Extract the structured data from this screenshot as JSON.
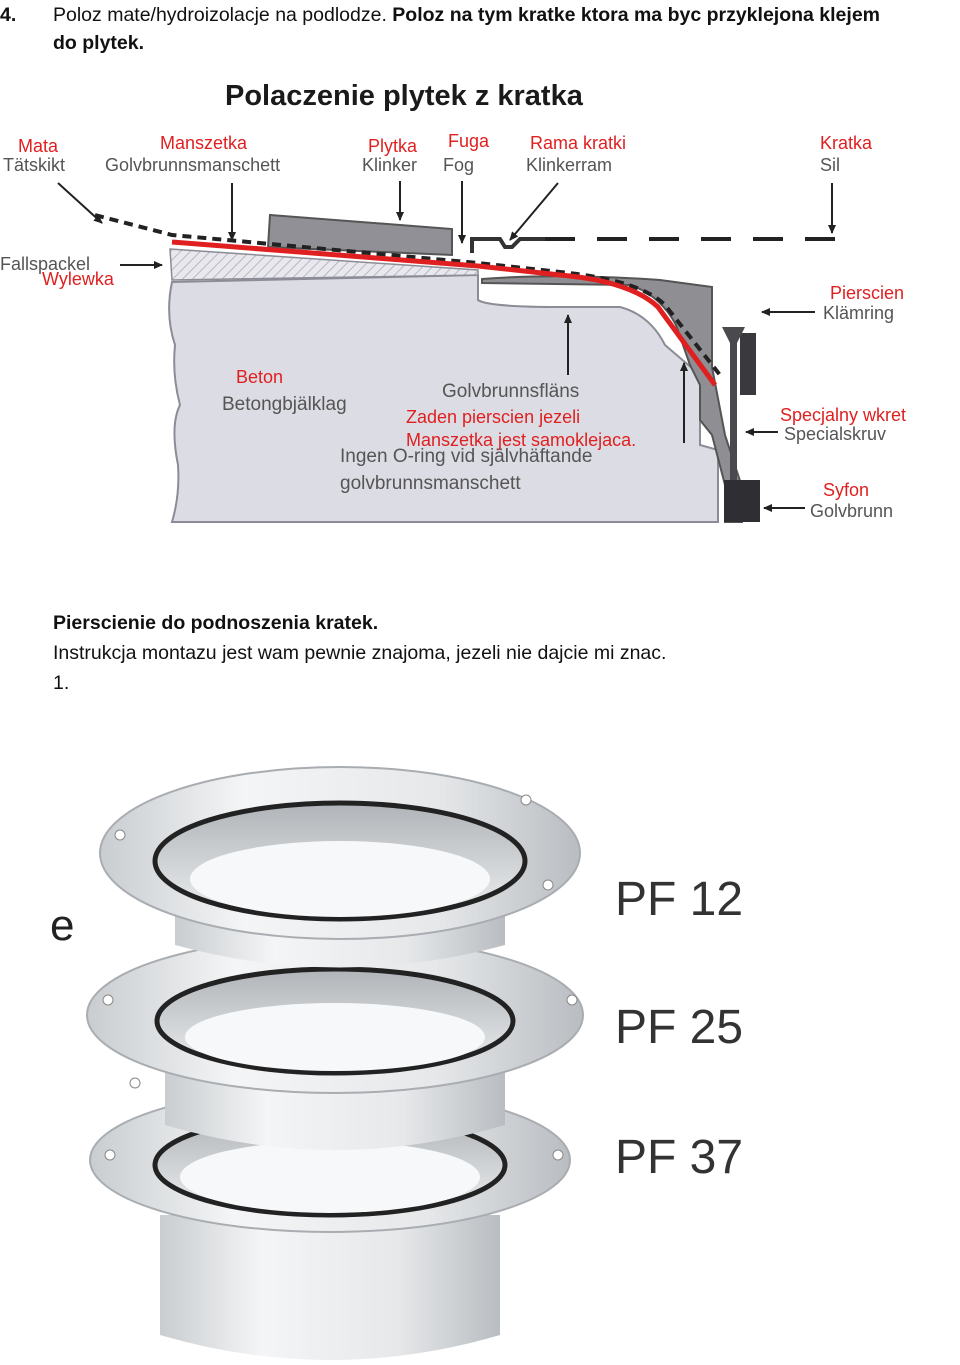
{
  "step": {
    "number": "4.",
    "text_plain": "Poloz mate/hydroizolacje na podlodze.",
    "text_bold_1": "Poloz na tym kratke ktora ma byc przyklejona klejem",
    "text_bold_2": "do plytek."
  },
  "diagram": {
    "title": "Polaczenie plytek z kratka",
    "labels": {
      "mata_pl": "Mata",
      "mata_se": "Tätskikt",
      "manszetka_pl": "Manszetka",
      "manszetka_se": "Golvbrunnsmanschett",
      "plytka_pl": "Plytka",
      "plytka_se": "Klinker",
      "fuga_pl": "Fuga",
      "fuga_se": "Fog",
      "rama_pl": "Rama kratki",
      "rama_se": "Klinkerram",
      "kratka_pl": "Kratka",
      "kratka_se": "Sil",
      "fallspackel_se": "Fallspackel",
      "wylewka_pl": "Wylewka",
      "pierscien_pl": "Pierscien",
      "pierscien_se": "Klämring",
      "beton_pl": "Beton",
      "beton_se": "Betongbjälklag",
      "flans_se": "Golvbrunnsfläns",
      "note_pl_1": "Zaden pierscien jezeli",
      "note_pl_2": "Manszetka jest samoklejaca.",
      "note_se_1": "Ingen O-ring vid självhäftande",
      "note_se_2": "golvbrunnsmanschett",
      "wkret_pl": "Specjalny wkret",
      "wkret_se": "Specialskruv",
      "syfon_pl": "Syfon",
      "syfon_se": "Golvbrunn"
    },
    "colors": {
      "red": "#e02020",
      "concrete": "#dcdce4",
      "metal": "#8f8f93"
    }
  },
  "section": {
    "heading": "Pierscienie do podnoszenia kratek.",
    "line": "Instrukcja montazu jest wam pewnie znajoma, jezeli nie dajcie mi znac.",
    "item": "1."
  },
  "rings": {
    "labels": [
      "PF 12",
      "PF 25",
      "PF 37"
    ],
    "edge_glyph": "e"
  }
}
